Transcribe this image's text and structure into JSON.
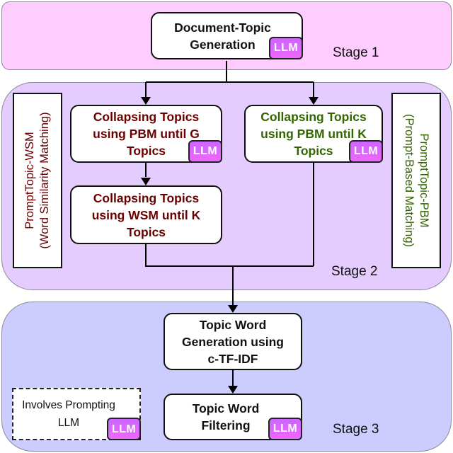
{
  "stages": [
    {
      "label": "Stage 1",
      "color": "#ffccff"
    },
    {
      "label": "Stage 2",
      "color": "#e5ccff"
    },
    {
      "label": "Stage 3",
      "color": "#ccccff"
    }
  ],
  "nodes": {
    "doc_topic_gen": {
      "text": "Document-Topic\nGeneration",
      "llm": true
    },
    "collapse_pbm_g": {
      "text": "Collapsing Topics\nusing PBM until G\nTopics",
      "llm": true
    },
    "collapse_wsm_k": {
      "text": "Collapsing Topics\nusing WSM until K\nTopics",
      "llm": false
    },
    "collapse_pbm_k": {
      "text": "Collapsing Topics\nusing PBM until K\nTopics",
      "llm": true
    },
    "topic_word_gen": {
      "text": "Topic Word\nGeneration using\nc-TF-IDF",
      "llm": false
    },
    "topic_word_filter": {
      "text": "Topic Word\nFiltering",
      "llm": true
    }
  },
  "llm_badge": "LLM",
  "side_labels": {
    "wsm": "PromptTopic-WSM\n(Word Similarity Matching)",
    "pbm": "PromptTopic-PBM\n(Prompt-Based Matching)"
  },
  "legend": {
    "text": "Involves Prompting\nLLM",
    "badge": "LLM"
  },
  "colors": {
    "wsm_path": "#6b0000",
    "pbm_path": "#336600",
    "llm_badge": "#dd66ff"
  }
}
